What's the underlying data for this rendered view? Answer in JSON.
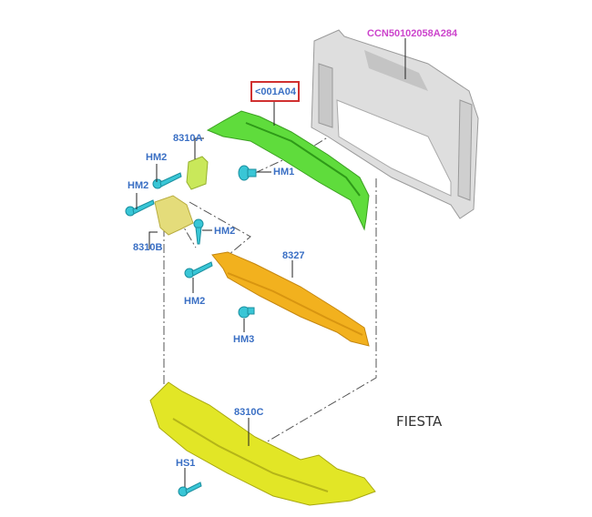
{
  "diagram": {
    "model": "FIESTA",
    "callouts": {
      "radiator_support": "CCN50102058A284",
      "upper_deflector": "<001A04",
      "bracket_a": "8310A",
      "bracket_b": "8310B",
      "lower_deflector": "8310C",
      "absorber": "8327",
      "fastener_hm1": "HM1",
      "fastener_hm2_a": "HM2",
      "fastener_hm2_b": "HM2",
      "fastener_hm2_c": "HM2",
      "fastener_hm2_d": "HM2",
      "fastener_hm3": "HM3",
      "fastener_hs1": "HS1"
    },
    "colors": {
      "label": "#3a6fc4",
      "ccn_label": "#cc44cc",
      "highlight_box": "#d03030",
      "frame": "#d9d9d9",
      "upper_deflector": "#5fdc3c",
      "bracket": "#d8e070",
      "absorber": "#f2b11e",
      "lower_deflector": "#e2e626",
      "fastener": "#39c6d6"
    }
  }
}
